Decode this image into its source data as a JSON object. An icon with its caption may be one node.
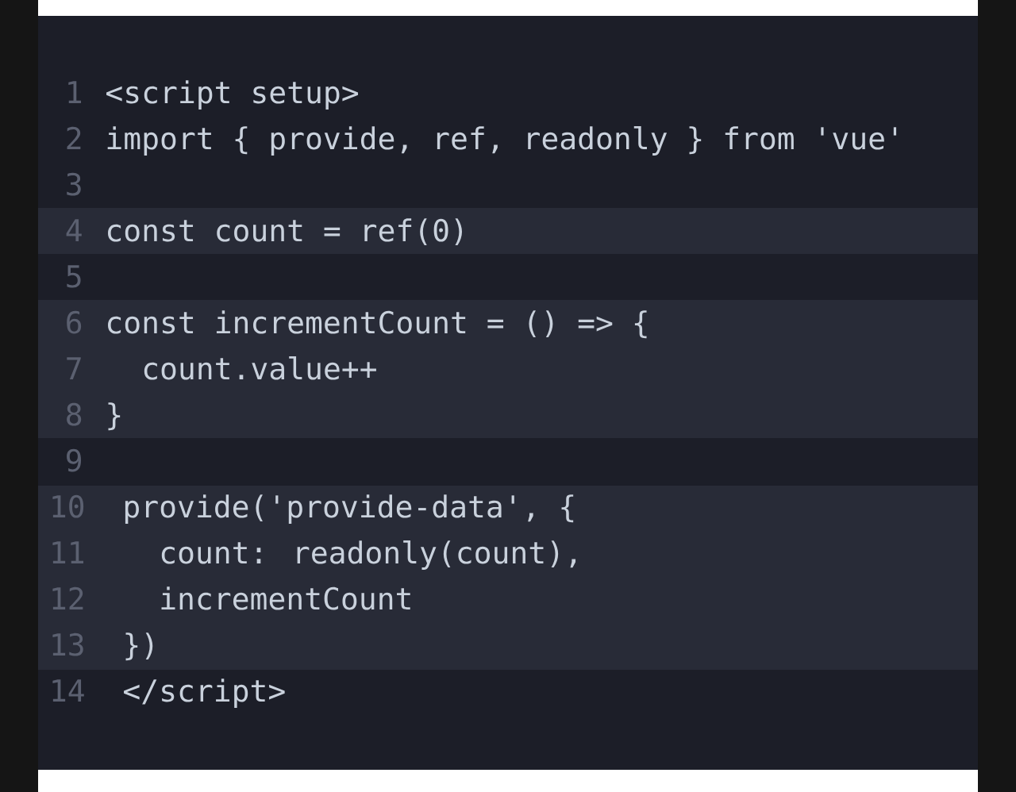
{
  "diagram": {
    "labels": [
      "1",
      "<script setup>",
      "2",
      "import { provide, ref, readonly } from 'vue'",
      "3",
      "4",
      "const count = ref(0)",
      "5",
      "6",
      "const incrementCount = () => {",
      "7",
      "count.value++",
      "8",
      "}",
      "9",
      "10",
      "provide('provide-data', {",
      "11",
      "count: readonly(count),",
      "12",
      "incrementCount",
      "13",
      "})",
      "14",
      "</script>"
    ]
  }
}
